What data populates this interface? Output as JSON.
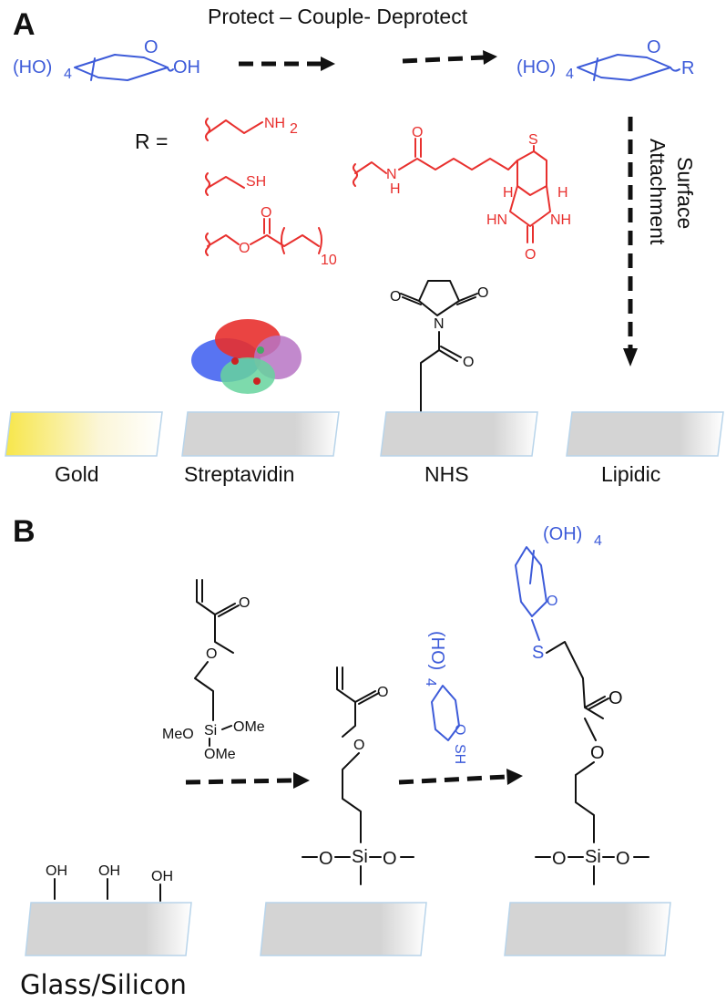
{
  "panel_a": {
    "letter": "A",
    "title": "Protect – Couple- Deprotect",
    "start_sugar": {
      "hydroxyls": "(HO)",
      "count": "4",
      "anomeric": "OH",
      "ring_o": "O"
    },
    "product_sugar": {
      "hydroxyls": "(HO)",
      "count": "4",
      "ring_o": "O",
      "substituent": "R"
    },
    "r_label": "R =",
    "r_groups": {
      "amine": "NH",
      "amine_sub": "2",
      "thiol": "SH",
      "ester_o1": "O",
      "ester_o2": "O",
      "chain_count": "10"
    },
    "biotin": {
      "carbonyl_o": "O",
      "amide_n": "N",
      "amide_h": "H",
      "sulfur": "S",
      "h1": "H",
      "h2": "H",
      "nh1": "HN",
      "nh2": "NH",
      "urea_o": "O"
    },
    "nhs": {
      "n": "N",
      "o1": "O",
      "o2": "O",
      "o3": "O"
    },
    "arrow_label_1": "Surface",
    "arrow_label_2": "Attachment",
    "surfaces": [
      "Gold",
      "Streptavidin",
      "NHS",
      "Lipidic"
    ]
  },
  "panel_b": {
    "letter": "B",
    "silane": {
      "o1": "O",
      "o2": "O",
      "si": "Si",
      "ome1": "MeO",
      "ome2": "OMe",
      "ome3": "OMe"
    },
    "hydroxyls": [
      "OH",
      "OH",
      "OH"
    ],
    "intermediate": {
      "o1": "O",
      "o2": "O",
      "si": "Si",
      "left_o": "O",
      "right_o": "O"
    },
    "thio_sugar": {
      "hydroxyls": "(HO)",
      "count": "4",
      "ring_o": "O",
      "thiol": "SH"
    },
    "product": {
      "hydroxyls": "(OH)",
      "count": "4",
      "ring_o": "O",
      "s": "S",
      "o1": "O",
      "o2": "O",
      "si": "Si",
      "left_o": "O",
      "right_o": "O"
    },
    "surface_label": "Glass/Silicon"
  },
  "colors": {
    "sugar": "#3d5bd9",
    "r_group": "#e8302e",
    "gold": "#f7e64a",
    "slide": "#d4d4d4",
    "slide_edge": "#b8d4ea"
  }
}
